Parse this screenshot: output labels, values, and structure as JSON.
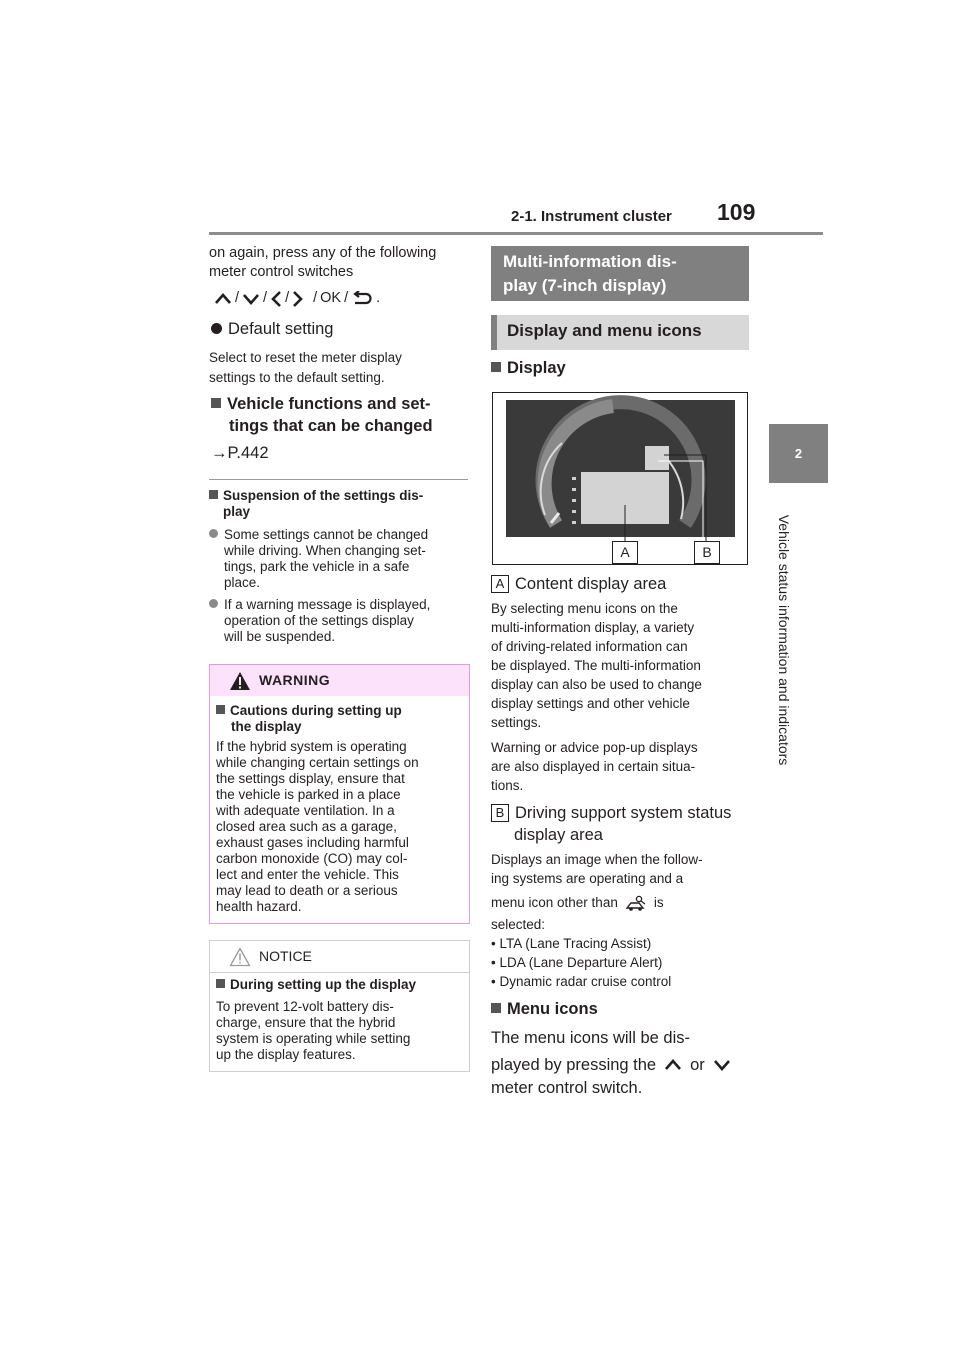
{
  "header": {
    "section": "2-1. Instrument cluster",
    "page_number": "109"
  },
  "side_tab": {
    "chapter_number": "2",
    "chapter_title": "Vehicle status information and indicators"
  },
  "left_column": {
    "intro_line1": "on again, press any of the following",
    "intro_line2": "meter control switches",
    "switch_sep": "/",
    "switch_ok": "OK",
    "switch_end": ".",
    "default_setting_heading": "Default setting",
    "default_setting_text1": "Select to reset the meter display",
    "default_setting_text2": "settings to the default setting.",
    "vehicle_functions_heading1": "Vehicle functions and set-",
    "vehicle_functions_heading2": "tings that can be changed",
    "vehicle_functions_ref": "P.442",
    "suspension_heading1": "Suspension of the settings dis-",
    "suspension_heading2": "play",
    "suspension_items": [
      [
        "Some settings cannot be changed",
        "while driving. When changing set-",
        "tings, park the vehicle in a safe",
        "place."
      ],
      [
        "If a warning message is displayed,",
        "operation of the settings display",
        "will be suspended."
      ]
    ]
  },
  "warning_box": {
    "title": "WARNING",
    "heading1": "Cautions during setting up",
    "heading2": "the display",
    "lines": [
      "If the hybrid system is operating",
      "while changing certain settings on",
      "the settings display, ensure that",
      "the vehicle is parked in a place",
      "with adequate ventilation. In a",
      "closed area such as a garage,",
      "exhaust gases including harmful",
      "carbon monoxide (CO) may col-",
      "lect and enter the vehicle. This",
      "may lead to death or a serious",
      "health hazard."
    ]
  },
  "notice_box": {
    "title": "NOTICE",
    "heading": "During setting up the display",
    "lines": [
      "To prevent 12-volt battery dis-",
      "charge, ensure that the hybrid",
      "system is operating while setting",
      "up the display features."
    ]
  },
  "right_column": {
    "section_title1": "Multi-information dis-",
    "section_title2": "play (7-inch display)",
    "subsection_title": "Display and menu icons",
    "display_heading": "Display",
    "figure_label_a": "A",
    "figure_label_b": "B",
    "item_a_label": "A",
    "item_a_title": "Content display area",
    "item_a_lines": [
      "By selecting menu icons on the",
      "multi-information display, a variety",
      "of driving-related information can",
      "be displayed. The multi-information",
      "display can also be used to change",
      "display settings and other vehicle",
      "settings."
    ],
    "item_a_lines2": [
      "Warning or advice pop-up displays",
      "are also displayed in certain situa-",
      "tions."
    ],
    "item_b_label": "B",
    "item_b_title1": "Driving support system status",
    "item_b_title2": "display area",
    "item_b_line1": "Displays an image when the follow-",
    "item_b_line2": "ing systems are operating and a",
    "item_b_line3a": "menu icon other than",
    "item_b_line3b": "is",
    "item_b_line4": "selected:",
    "item_b_list": [
      "• LTA (Lane Tracing Assist)",
      "• LDA (Lane Departure Alert)",
      "• Dynamic radar cruise control"
    ],
    "menu_icons_heading": "Menu icons",
    "menu_line1": "The menu icons will be dis-",
    "menu_line2a": "played by pressing the",
    "menu_line2b": "or",
    "menu_line3": "meter control switch."
  }
}
